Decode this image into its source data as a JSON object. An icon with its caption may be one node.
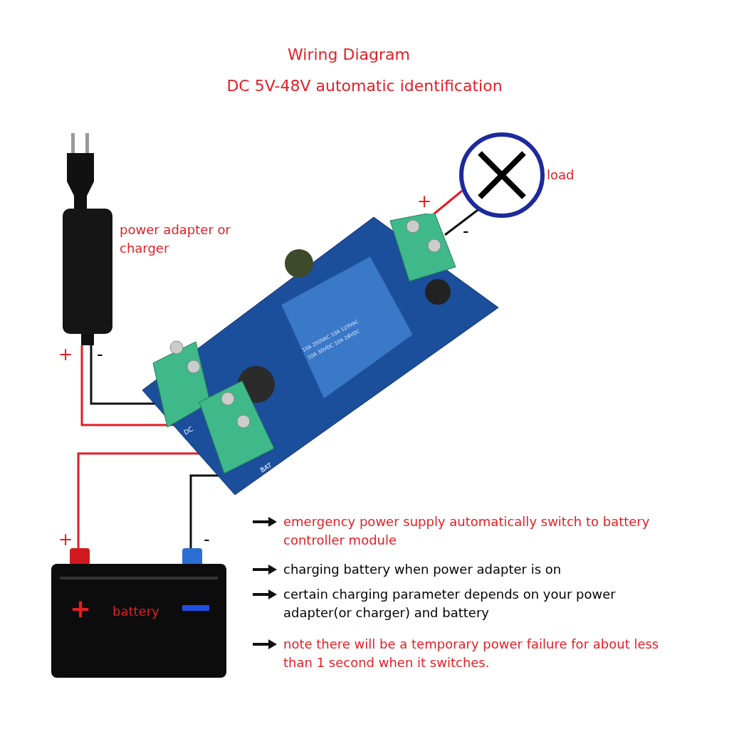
{
  "diagram": {
    "title": "Wiring Diagram",
    "nodes": [
      {
        "text": [],
        "shape": "box"
      },
      {
        "text": [],
        "shape": "picture"
      },
      {
        "text": [],
        "shape": "circle",
        "beside": [
          "load"
        ]
      },
      {
        "text": [
          "battery"
        ]
      }
    ],
    "edges": [
      {
        "from": 0,
        "to": 1,
        "arrow": "none",
        "color": "#e31e24"
      },
      {
        "from": 0,
        "to": 1,
        "arrow": "none",
        "color": "#111111"
      },
      {
        "from": 1,
        "to": 3,
        "arrow": "none",
        "color": "#e31e24"
      },
      {
        "from": 1,
        "to": 3,
        "arrow": "none",
        "color": "#111111"
      },
      {
        "from": 1,
        "to": 2,
        "arrow": "none",
        "color": "#e31e24"
      },
      {
        "from": 1,
        "to": 2,
        "arrow": "none",
        "color": "#111111"
      }
    ],
    "labels": [
      "DC 5V-48V automatic identification",
      "power adapter or charger",
      "+",
      "-",
      "+",
      "-",
      "DC",
      "BAT",
      "10A 250VAC 10A 125VAC",
      "10A 30VDC 10A 28VDC",
      "+",
      "-",
      "+",
      "emergency power supply automatically switch to battery controller module",
      "charging battery when power adapter is on",
      "certain charging parameter depends on your power adapter(or charger) and battery",
      "note there will be a temporary power failure for about less than 1 second when it switches."
    ]
  }
}
